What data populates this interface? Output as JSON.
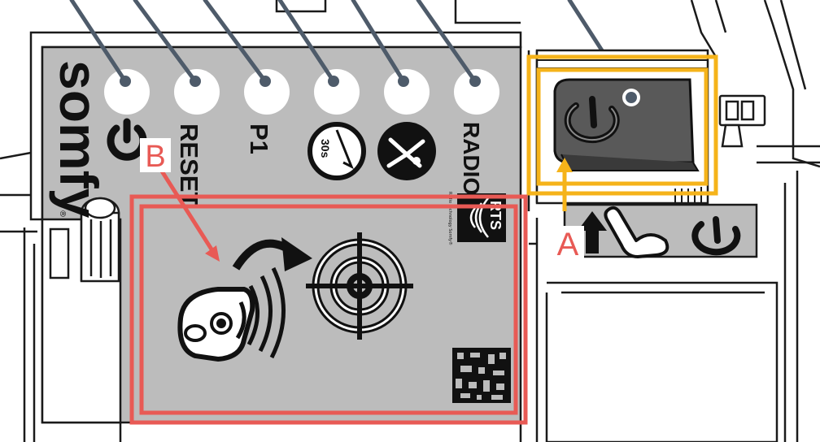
{
  "brand": {
    "name": "somfy",
    "registered_mark": "®"
  },
  "leds": [
    {
      "id": "power",
      "label": ""
    },
    {
      "id": "reset",
      "label": "RESET"
    },
    {
      "id": "p1",
      "label": "P1"
    },
    {
      "id": "timer",
      "label": ""
    },
    {
      "id": "pedestrian",
      "label": ""
    },
    {
      "id": "radio",
      "label": "RADIO"
    }
  ],
  "timer_badge": {
    "text": "30s"
  },
  "rts_badge": {
    "text": "RTS",
    "fine_print": "Radio Technology Somfy®"
  },
  "callouts": {
    "a": {
      "letter": "A",
      "color": "#f5b31a"
    },
    "b": {
      "letter": "B",
      "color": "#e85a55"
    }
  },
  "colors": {
    "panel": "#bcbcbc",
    "button": "#595959",
    "line": "#1a1a1a",
    "lead": "#4e5b6a"
  },
  "icons": {
    "power_led": "power-icon",
    "timer": "timer-30s-icon",
    "pedestrian": "pedestrian-icon",
    "remote": "remote-control-icon",
    "target": "target-icon",
    "button": "power-button-icon",
    "push": "push-up-arrow-icon",
    "hand": "hand-press-icon",
    "datamatrix": "datamatrix-code"
  }
}
